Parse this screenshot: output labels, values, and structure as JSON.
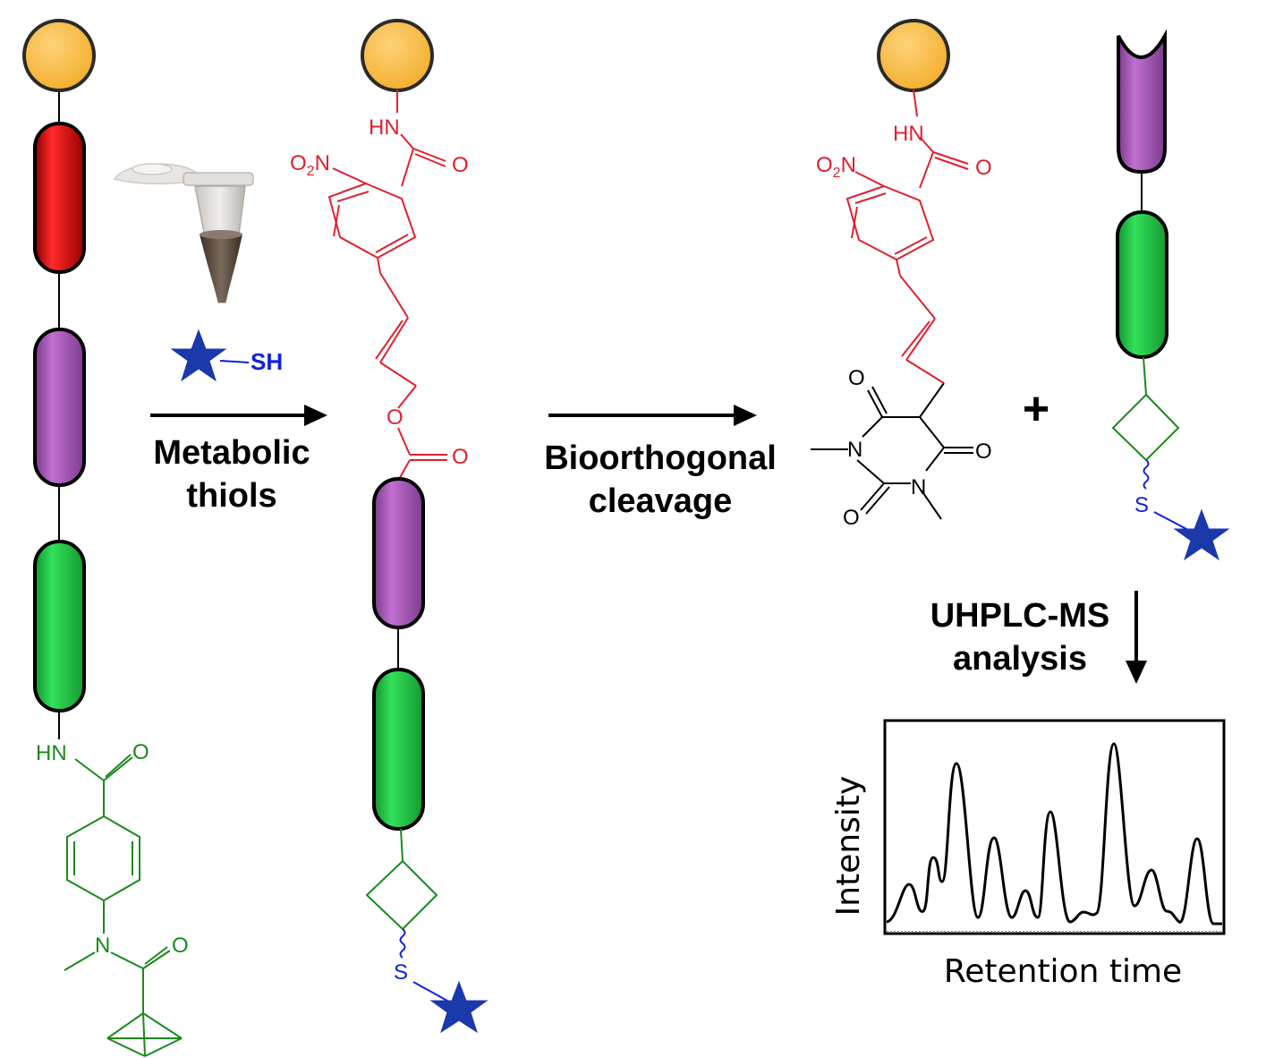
{
  "steps": {
    "step1_line1": "Metabolic",
    "step1_line2": "thiols",
    "thiol_group": "SH",
    "step2_line1": "Bioorthogonal",
    "step2_line2": "cleavage",
    "plus": "+",
    "step3_line1": "UHPLC-MS",
    "step3_line2": "analysis"
  },
  "atoms": {
    "hn": "HN",
    "o": "O",
    "n": "N",
    "s": "S",
    "no2_main": "O",
    "no2_sub": "2",
    "no2_tail": "N"
  },
  "chromatogram": {
    "xlabel": "Retention time",
    "ylabel": "Intensity"
  },
  "colors": {
    "bead": "#F9BE49",
    "red_block": "#E81010",
    "purple_block": "#A855B8",
    "green_block": "#22CC44",
    "green_chem": "#1A8A1A",
    "red_chem": "#E02030",
    "blue_thiol": "#1020E0",
    "star": "#1A3AAA"
  }
}
